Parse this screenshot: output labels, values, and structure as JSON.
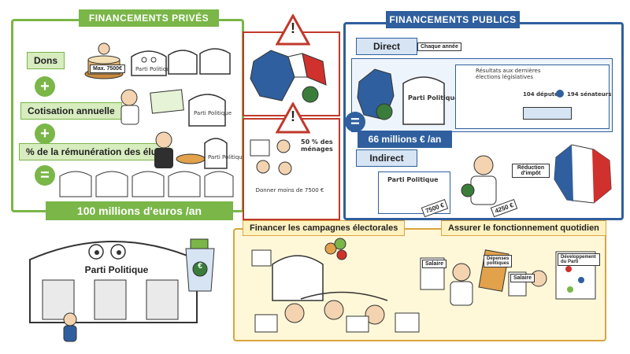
{
  "private": {
    "banner": "FINANCEMENTS PRIVÉS",
    "items": {
      "dons": "Dons",
      "cotisation": "Cotisation annuelle",
      "remuneration": "% de la rémunération des élus"
    },
    "plus": "+",
    "equals": "=",
    "total": "100 millions d'euros /an",
    "cake_label": "Max. 7500€",
    "party_small": "Parti Politique"
  },
  "public": {
    "banner": "FINANCEMENTS PUBLICS",
    "direct": "Direct",
    "indirect": "Indirect",
    "equals": "=",
    "total": "66 millions € /an",
    "results_title": "Résultats aux dernières élections législatives",
    "deputes": "104 députés",
    "senateurs": "194 sénateurs",
    "reduction": "Réduction d'impôt",
    "amount_1": "7500 €",
    "amount_2": "4250 €",
    "party": "Parti Politique",
    "calendar": "Chaque année"
  },
  "warning": {
    "symbol": "!",
    "percent": "50 % des ménages",
    "note": "Donner moins de 7500 €"
  },
  "bottom": {
    "campagnes": "Financer les campagnes électorales",
    "fonctionnement": "Assurer le fonctionnement quotidien",
    "party": "Parti Politique",
    "salaire": "Salaire",
    "salaire_2": "Salaire",
    "depenses": "Dépenses politiques",
    "developpement": "Développement du Parti",
    "coin": "€"
  },
  "colors": {
    "green": "#7ab648",
    "blue": "#2f5f9e",
    "red": "#c0392b",
    "orange": "#d9a441"
  }
}
